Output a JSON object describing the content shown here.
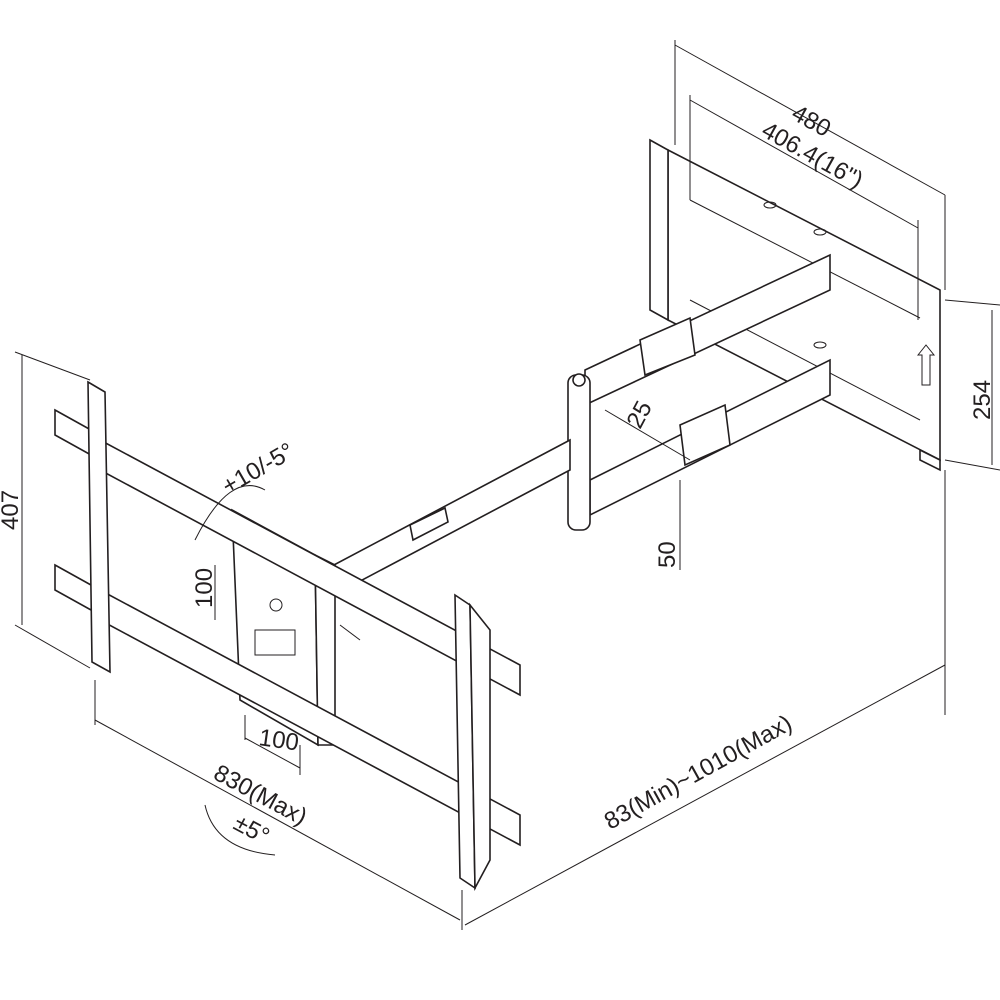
{
  "dimensions": {
    "wall_plate_width": "480",
    "wall_plate_hole_spacing": "406.4(16\")",
    "wall_plate_height": "254",
    "arm_offset": "25",
    "arm_vertical": "50",
    "tilt": "+10/-5°",
    "bracket_height": "407",
    "vesa_vertical": "100",
    "vesa_horizontal": "100",
    "bracket_width": "830(Max)",
    "rotation": "±5°",
    "extension": "83(Min)~1010(Max)"
  }
}
